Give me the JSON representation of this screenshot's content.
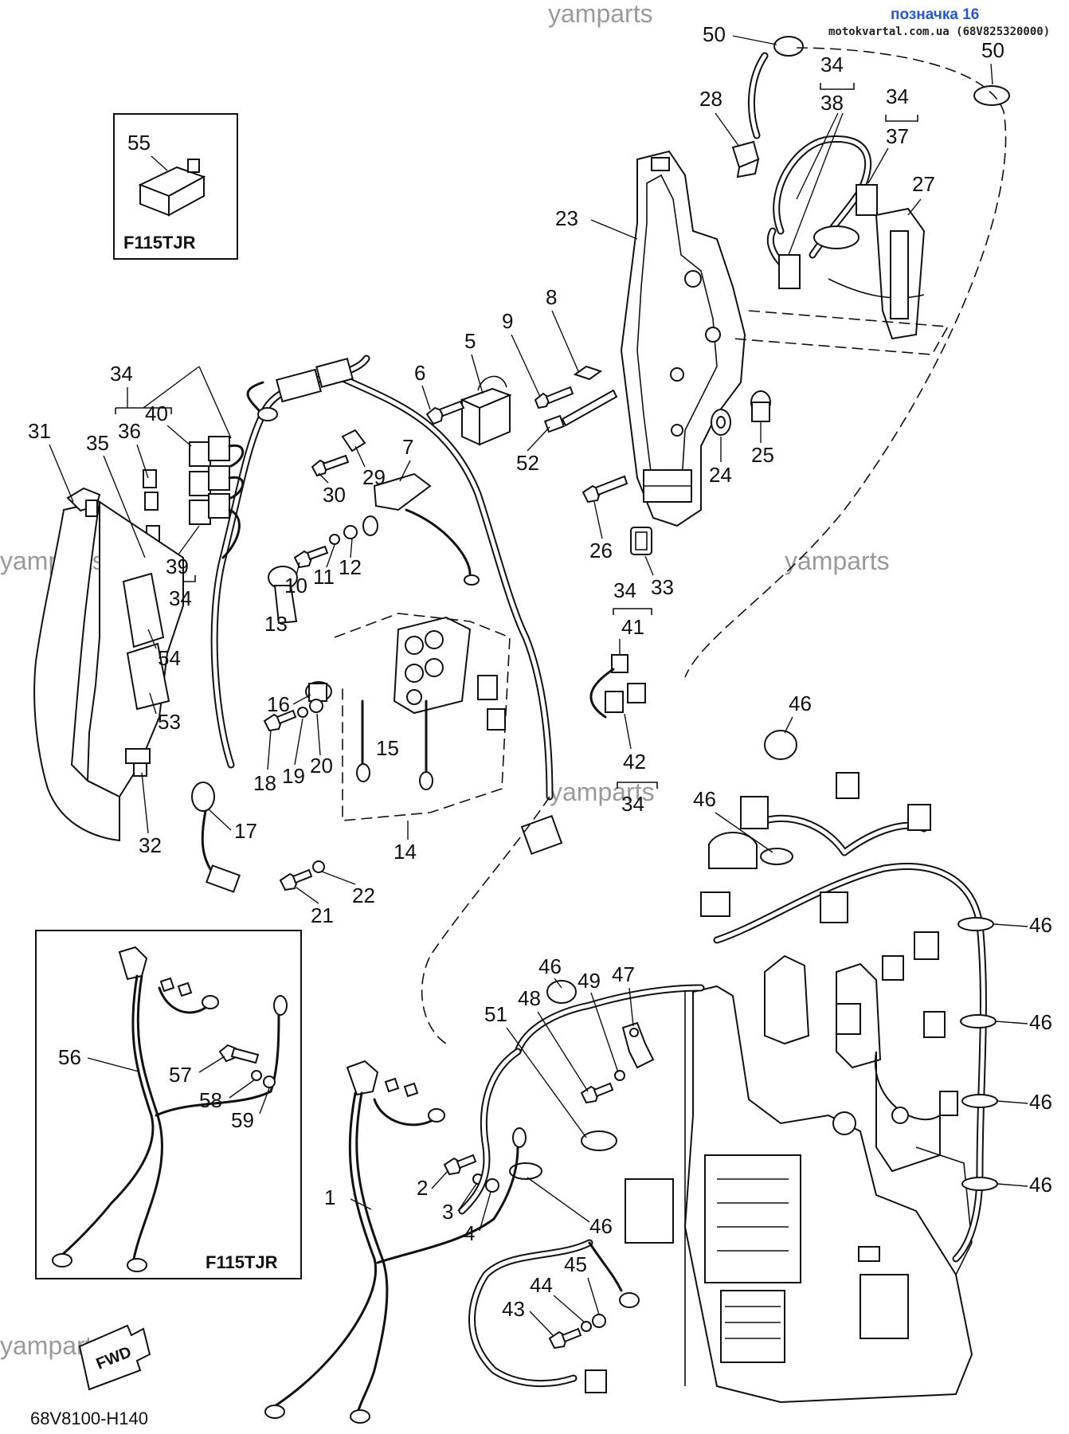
{
  "header": {
    "watermark": "yamparts",
    "designation": "позначка 16",
    "site_ref": "motokvartal.com.ua (68V825320000)"
  },
  "diagram_code": "68V8100-H140",
  "fwd_label": "FWD",
  "insets": [
    {
      "title": "F115TJR",
      "part_no": "55"
    },
    {
      "title": "F115TJR",
      "parts": [
        "56",
        "57",
        "58",
        "59"
      ]
    }
  ],
  "labels": {
    "p1": "1",
    "p2": "2",
    "p3": "3",
    "p4": "4",
    "p5": "5",
    "p6": "6",
    "p7": "7",
    "p8": "8",
    "p9": "9",
    "p10": "10",
    "p11": "11",
    "p12": "12",
    "p13": "13",
    "p14": "14",
    "p15": "15",
    "p16": "16",
    "p17": "17",
    "p18": "18",
    "p19": "19",
    "p20": "20",
    "p21": "21",
    "p22": "22",
    "p23": "23",
    "p24": "24",
    "p25": "25",
    "p26": "26",
    "p27": "27",
    "p28": "28",
    "p29": "29",
    "p30": "30",
    "p31": "31",
    "p32": "32",
    "p33": "33",
    "p34": "34",
    "p35": "35",
    "p36": "36",
    "p37": "37",
    "p38": "38",
    "p39": "39",
    "p40": "40",
    "p41": "41",
    "p42": "42",
    "p43": "43",
    "p44": "44",
    "p45": "45",
    "p46": "46",
    "p47": "47",
    "p48": "48",
    "p49": "49",
    "p50": "50",
    "p51": "51",
    "p52": "52",
    "p53": "53",
    "p54": "54",
    "p55": "55",
    "p56": "56",
    "p57": "57",
    "p58": "58",
    "p59": "59"
  }
}
